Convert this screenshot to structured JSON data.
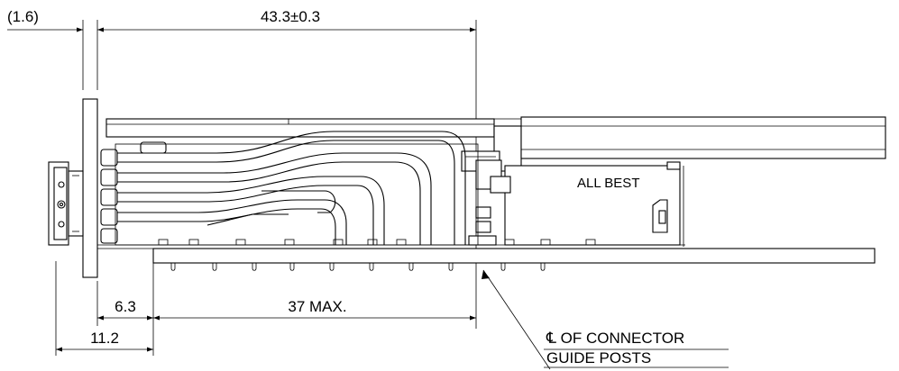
{
  "dimensions": {
    "gap": "(1.6)",
    "overall_length": "43.3±0.3",
    "bezel_offset": "6.3",
    "max_length": "37 MAX.",
    "bezel_to_board": "11.2"
  },
  "brand": "ALL BEST",
  "callout": {
    "line1": "℄ OF CONNECTOR",
    "line2": "GUIDE POSTS"
  }
}
